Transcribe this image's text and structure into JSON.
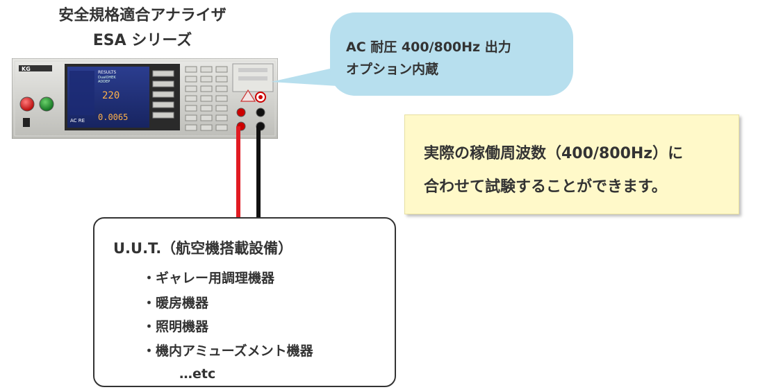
{
  "title": {
    "line1": "安全規格適合アナライザ",
    "line2": "ESA シリーズ"
  },
  "device": {
    "logo": "KG",
    "screen_header": "RESULTS",
    "screen_mode": "DualOHEK",
    "screen_sub": "ADDEP",
    "reading1": "220",
    "reading2": "0.0065",
    "screen_tag": "AC RE"
  },
  "bubble": {
    "line1": "AC 耐圧 400/800Hz 出力",
    "line2": "オプション内蔵"
  },
  "note": {
    "line1": "実際の稼働周波数（400/800Hz）に",
    "line2": "合わせて試験することができます。"
  },
  "uut": {
    "title": "U.U.T.（航空機搭載設備）",
    "items": [
      "・ギャレー用調理機器",
      "・暖房機器",
      "・照明機器",
      "・機内アミューズメント機器"
    ],
    "etc": "…etc"
  },
  "colors": {
    "bubble": "#b7dfee",
    "note": "#fff9c9",
    "cable_red": "#e11b22",
    "cable_black": "#111111"
  }
}
